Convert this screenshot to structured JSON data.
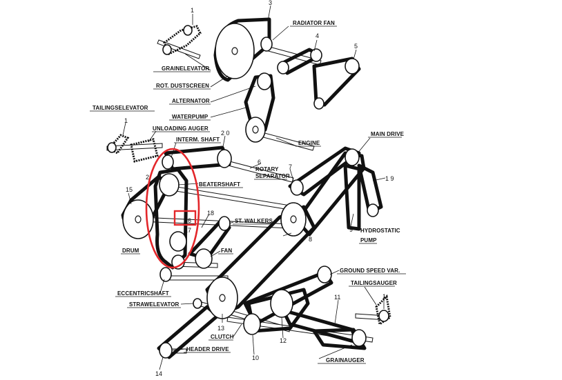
{
  "labels": {
    "radiator_fan": "RADIATOR FAN",
    "grain_elevator": "GRAINELEVATOR",
    "rot_dustscreen": "ROT. DUSTSCREEN",
    "alternator": "ALTERNATOR",
    "waterpump": "WATERPUMP",
    "tailing_elevator": "TAILINGSELEVATOR",
    "unloading_auger": "UNLOADING AUGER",
    "interm_shaft": "INTERM. SHAFT",
    "engine": "ENGINE",
    "main_drive": "MAIN DRIVE",
    "rotary": "ROTARY",
    "separator": "SEPARATOR",
    "beatershaft": "BEATERSHAFT",
    "st_walkers": "ST. WALKERS",
    "hydrostatic": "HYDROSTATIC",
    "pump": "PUMP",
    "drum": "DRUM",
    "fan": "FAN",
    "ground_speed_var": "GROUND SPEED VAR.",
    "tailings_auger": "TAILINGSAUGER",
    "eccentric_shaft": "ECCENTRICSHAFT",
    "straw_elevator": "STRAWELEVATOR",
    "clutch": "CLUTCH",
    "header_drive": "HEADER DRIVE",
    "grain_auger": "GRAINAUGER"
  },
  "numbers": {
    "n1a": "1",
    "n3": "3",
    "n4": "4",
    "n5": "5",
    "n1b": "1",
    "n20": "2 0",
    "n6": "6",
    "n7": "7",
    "n19": "1 9",
    "n2": "2",
    "n15": "15",
    "n18": "18",
    "n16": "16",
    "n17": "17",
    "n8": "8",
    "n9": "9",
    "n11": "11",
    "n1c": "1",
    "n13": "13",
    "n12": "12",
    "n10": "10",
    "n14": "14"
  },
  "highlight_color": "#e3262a",
  "line_color": "#111111"
}
